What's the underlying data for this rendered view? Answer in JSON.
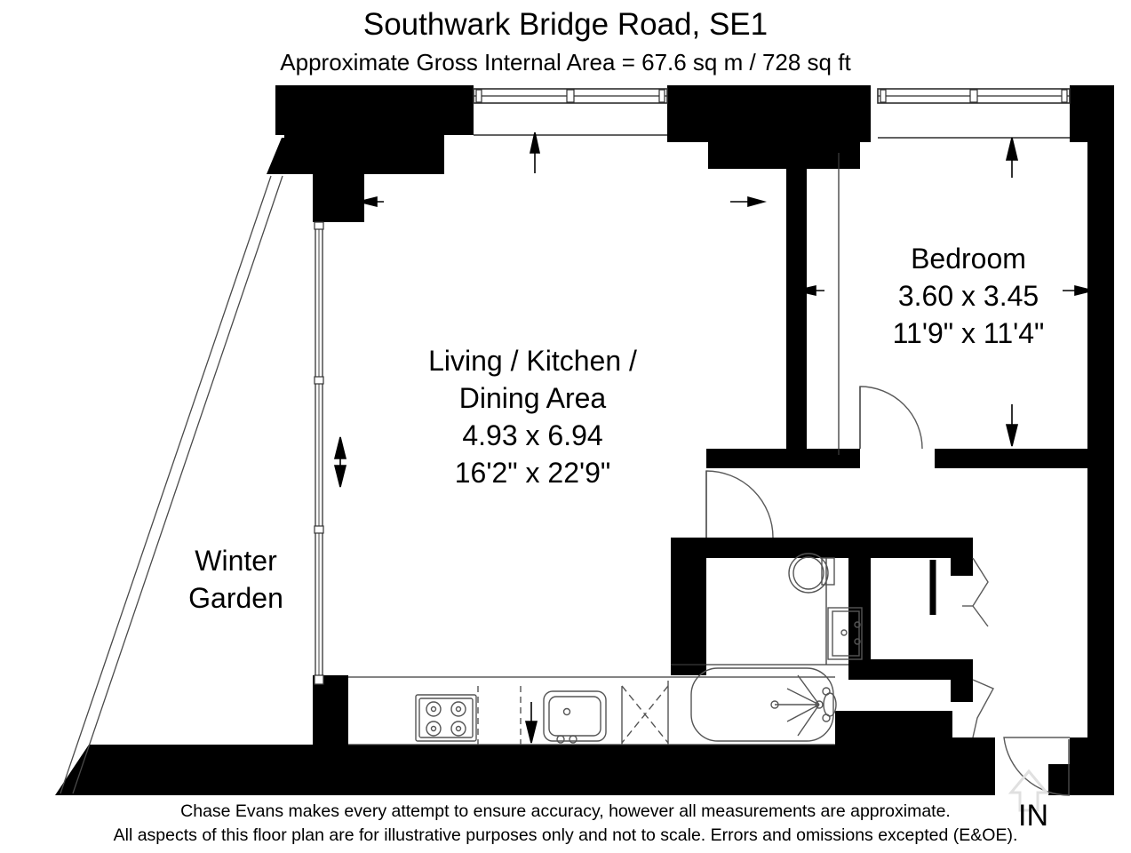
{
  "header": {
    "title": "Southwark Bridge Road, SE1",
    "subtitle": "Approximate Gross Internal Area = 67.6 sq m / 728 sq ft"
  },
  "rooms": [
    {
      "id": "living-kitchen-dining",
      "name_line1": "Living / Kitchen /",
      "name_line2": "Dining Area",
      "dim_metric": "4.93 x 6.94",
      "dim_imperial": "16'2\" x 22'9\""
    },
    {
      "id": "bedroom",
      "name_line1": "Bedroom",
      "name_line2": "",
      "dim_metric": "3.60 x 3.45",
      "dim_imperial": "11'9\" x 11'4\""
    },
    {
      "id": "winter-garden",
      "name_line1": "Winter",
      "name_line2": "Garden",
      "dim_metric": "",
      "dim_imperial": ""
    }
  ],
  "entrance": {
    "label": "IN"
  },
  "footer": {
    "line1": "Chase Evans makes every attempt to ensure accuracy, however all measurements are approximate.",
    "line2": "All aspects of this floor plan are for illustrative purposes only and not to scale. Errors and omissions excepted (E&OE)."
  },
  "colors": {
    "wall": "#000000",
    "thin_line": "#3a3a3a",
    "fixture": "#555555",
    "background": "#ffffff",
    "entrance_arrow": "#e2e2e2"
  },
  "fixtures": [
    {
      "id": "hob",
      "label": "hob"
    },
    {
      "id": "dishwasher",
      "label": "dishwasher"
    },
    {
      "id": "sink",
      "label": "sink"
    },
    {
      "id": "appliance-x",
      "label": "appliance"
    },
    {
      "id": "bath",
      "label": "bath"
    },
    {
      "id": "wc",
      "label": "wc"
    },
    {
      "id": "basin",
      "label": "basin"
    }
  ]
}
